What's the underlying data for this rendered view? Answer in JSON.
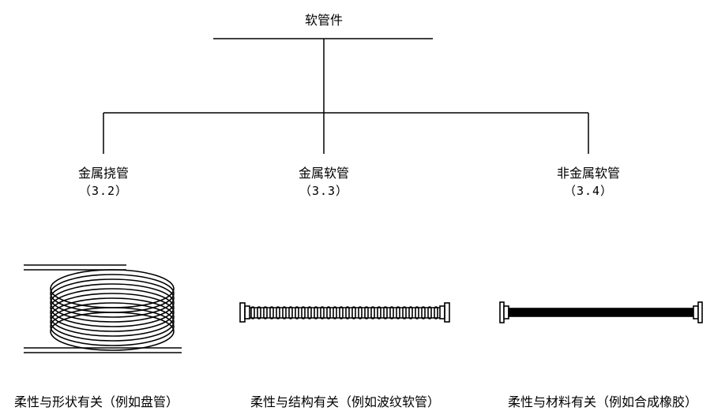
{
  "root": {
    "label": "软管件"
  },
  "branches": [
    {
      "label": "金属挠管",
      "code": "（3.2）"
    },
    {
      "label": "金属软管",
      "code": "（3.3）"
    },
    {
      "label": "非金属软管",
      "code": "（3.4）"
    }
  ],
  "captions": [
    "柔性与形状有关（例如盘管）",
    "柔性与结构有关（例如波纹软管）",
    "柔性与材料有关（例如合成橡胶）"
  ]
}
